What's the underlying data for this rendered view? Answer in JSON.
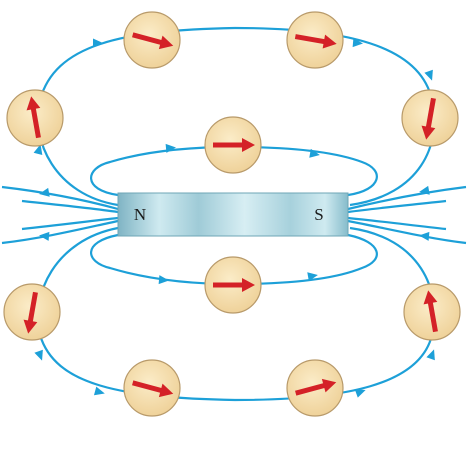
{
  "magnet": {
    "north_label": "N",
    "south_label": "S"
  },
  "colors": {
    "field_line": "#1da0d8",
    "needle": "#d42127",
    "compass_fill": "#f6dfad",
    "compass_stroke": "#b89a6a",
    "magnet_body": "#bfe3ea",
    "magnet_shadow": "#7fb4c4"
  },
  "compasses": [
    {
      "name": "compass-top-left-upper",
      "direction_deg": 15
    },
    {
      "name": "compass-top-right-upper",
      "direction_deg": 10
    },
    {
      "name": "compass-top-left-side",
      "direction_deg": -100
    },
    {
      "name": "compass-top-right-side",
      "direction_deg": 100
    },
    {
      "name": "compass-above-magnet",
      "direction_deg": 0
    },
    {
      "name": "compass-below-magnet",
      "direction_deg": 0
    },
    {
      "name": "compass-bottom-left-side",
      "direction_deg": 100
    },
    {
      "name": "compass-bottom-right-side",
      "direction_deg": -100
    },
    {
      "name": "compass-bottom-left-lower",
      "direction_deg": 15
    },
    {
      "name": "compass-bottom-right-lower",
      "direction_deg": -15
    }
  ]
}
